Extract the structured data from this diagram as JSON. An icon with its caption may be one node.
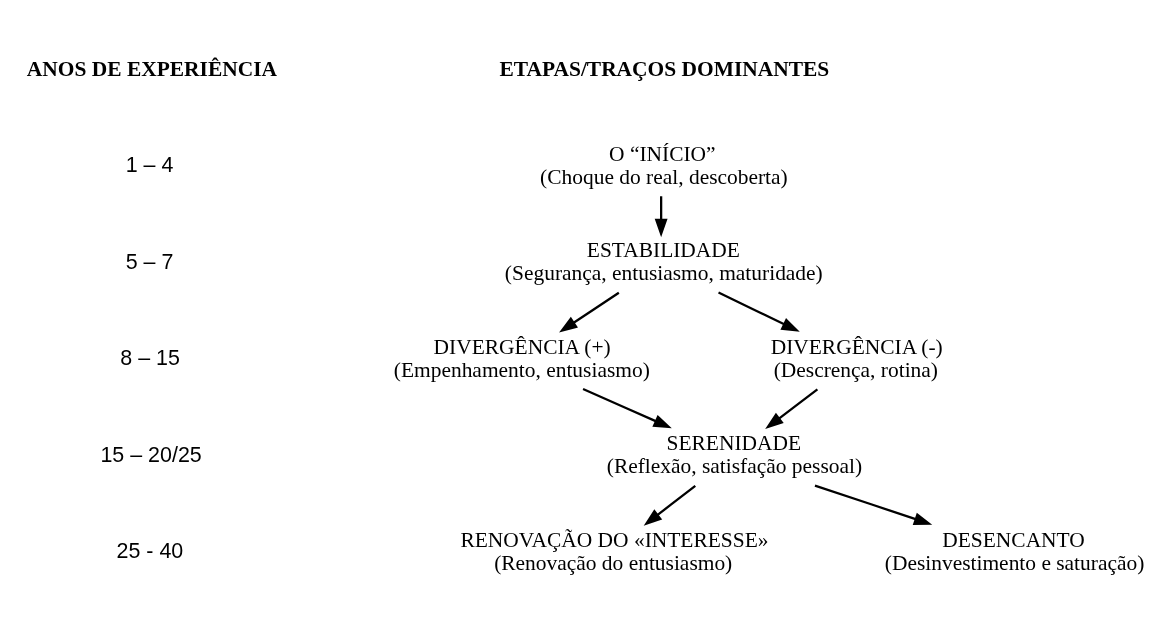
{
  "diagram": {
    "nodes": [
      {
        "text": [
          "O “INÍCIO”",
          "(Choque do real, descoberta)"
        ]
      },
      {
        "text": [
          "ESTABILIDADE",
          "(Segurança, entusiasmo, maturidade)"
        ]
      },
      {
        "text": [
          "DIVERGÊNCIA (+)",
          "(Empenhamento, entusiasmo)"
        ]
      },
      {
        "text": [
          "DIVERGÊNCIA (-)",
          "(Descrença, rotina)"
        ]
      },
      {
        "text": [
          "SERENIDADE",
          "(Reflexão, satisfação pessoal)"
        ]
      },
      {
        "text": [
          "RENOVAÇÃO DO «INTERESSE»",
          "(Renovação do entusiasmo)"
        ]
      },
      {
        "text": [
          "DESENCANTO",
          "(Desinvestimento e saturação)"
        ]
      }
    ],
    "edges": [
      {
        "from": 0,
        "to": 1,
        "arrow": "to"
      },
      {
        "from": 1,
        "to": 2,
        "arrow": "to"
      },
      {
        "from": 1,
        "to": 3,
        "arrow": "to"
      },
      {
        "from": 2,
        "to": 4,
        "arrow": "to"
      },
      {
        "from": 3,
        "to": 4,
        "arrow": "to"
      },
      {
        "from": 4,
        "to": 5,
        "arrow": "to"
      },
      {
        "from": 4,
        "to": 6,
        "arrow": "to"
      }
    ],
    "labels": [
      "ANOS DE EXPERIÊNCIA",
      "ETAPAS/TRAÇOS DOMINANTES",
      "1 – 4",
      "5 – 7",
      "8 – 15",
      "15 – 20/25",
      "25 - 40"
    ]
  }
}
